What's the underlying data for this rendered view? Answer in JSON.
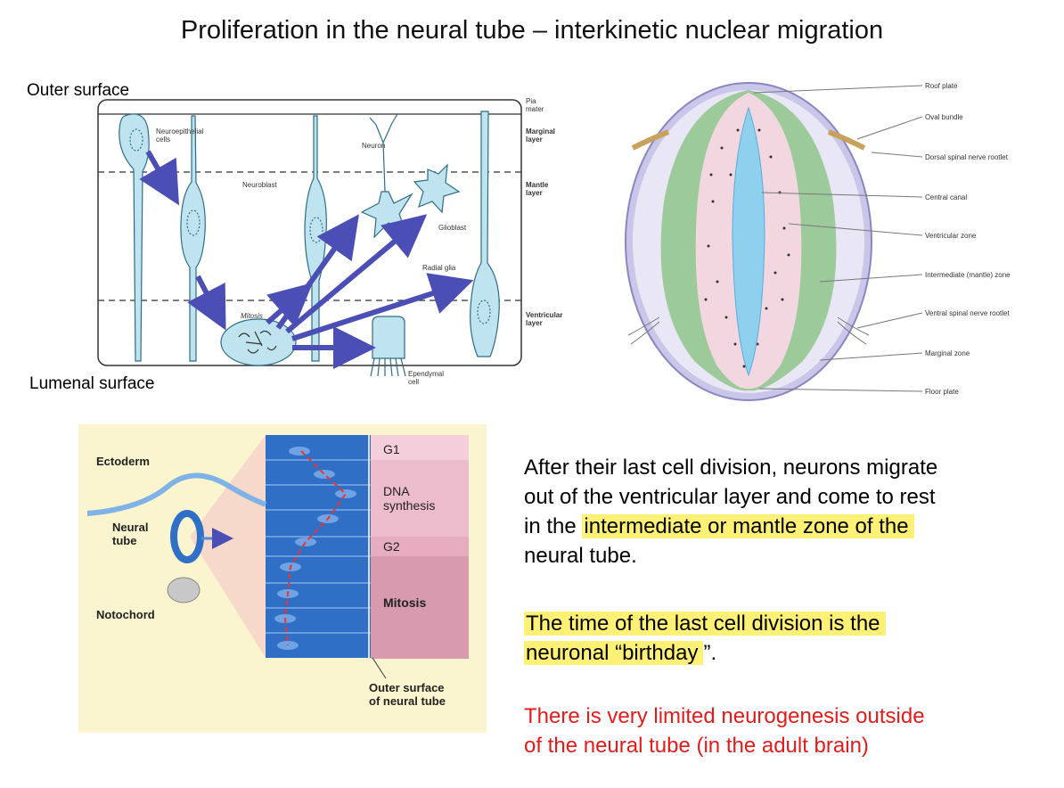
{
  "title": "Proliferation in the neural tube – interkinetic nuclear migration",
  "colors": {
    "cell_fill": "#bfe3ef",
    "cell_stroke": "#2d6d85",
    "arrow": "#4b4fb5",
    "highlight": "#fff176",
    "red_text": "#e21b1b",
    "bottom_panel_bg": "#fbf5cf",
    "pink_band": "#ebb5c7"
  },
  "diagram_left": {
    "outer_surface": "Outer surface",
    "lumenal_surface": "Lumenal surface",
    "layers": {
      "pia": "Pia\nmater",
      "marginal": "Marginal\nlayer",
      "mantle": "Mantle\nlayer",
      "ventricular": "Ventricular\nlayer"
    },
    "cells": {
      "neuroepithelial": "Neuroepithelial\ncells",
      "neuron": "Neuron",
      "neuroblast": "Neuroblast",
      "glioblast": "Glioblast",
      "radial_glia": "Radial glia",
      "mitosis": "Mitosis",
      "ependymal": "Ependymal\ncell"
    }
  },
  "diagram_right": {
    "labels": [
      "Roof plate",
      "Oval bundle",
      "Dorsal spinal nerve rootlet",
      "Central canal",
      "Ventricular zone",
      "Intermediate (mantle) zone",
      "Ventral spinal nerve rootlet",
      "Marginal zone",
      "Floor plate"
    ]
  },
  "diagram_bottom": {
    "ectoderm": "Ectoderm",
    "neural_tube": "Neural\ntube",
    "notochord": "Notochord",
    "g1": "G1",
    "dna_synthesis": "DNA\nsynthesis",
    "g2": "G2",
    "mitosis": "Mitosis",
    "outer_surface": "Outer surface\nof neural tube"
  },
  "text": {
    "p1_a": "After their last cell division, neurons migrate",
    "p1_b": "out of the ventricular layer and come to rest",
    "p1_c": "in the ",
    "p1_hl": "intermediate or mantle zone of the",
    "p1_d": "neural tube.",
    "p2_hl_a": "The time of the last cell division is the",
    "p2_hl_b": "neuronal “birthday",
    "p2_end": "”.",
    "p3_a": "There is very limited neurogenesis outside",
    "p3_b": "of the neural tube (in the adult brain)"
  }
}
